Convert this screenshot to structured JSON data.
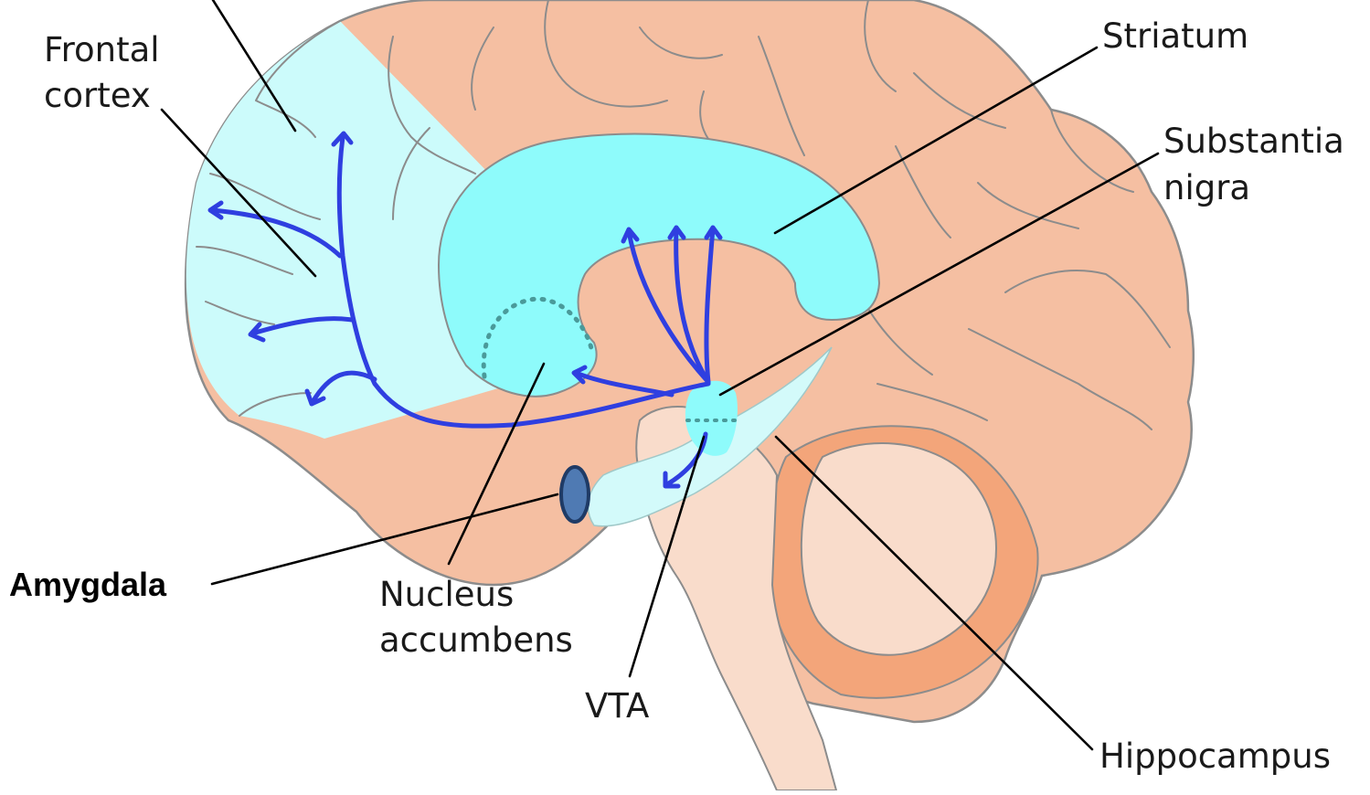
{
  "labels": {
    "frontal_cortex_line1": "Frontal",
    "frontal_cortex_line2": "cortex",
    "striatum": "Striatum",
    "substantia_nigra_line1": "Substantia",
    "substantia_nigra_line2": "nigra",
    "amygdala": "Amygdala",
    "nucleus_accumbens_line1": "Nucleus",
    "nucleus_accumbens_line2": "accumbens",
    "vta": "VTA",
    "hippocampus": "Hippocampus"
  },
  "colors": {
    "cortex": "#f5bfa2",
    "cortex_outline": "#8c8c8c",
    "cerebellum": "#f3a57a",
    "brainstem": "#f9dccb",
    "frontal_region": "#ccfbfb",
    "striatum": "#8efbfb",
    "hippocampus": "#d3fafa",
    "pathway": "#2f3fe0",
    "amygdala": "#4f7ab3",
    "amygdala_outline": "#1f3b66",
    "leader": "#000000",
    "dotted": "#4a9a9a"
  }
}
